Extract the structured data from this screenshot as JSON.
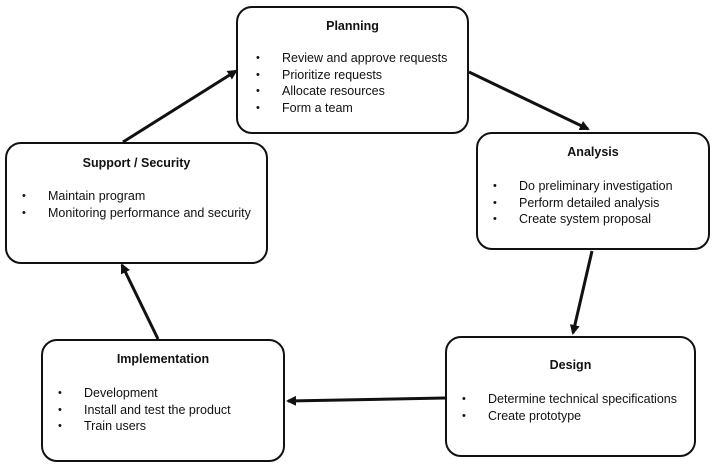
{
  "diagram": {
    "type": "cycle",
    "nodes": {
      "planning": {
        "title": "Planning",
        "items": [
          "Review and approve requests",
          "Prioritize requests",
          "Allocate resources",
          "Form a team"
        ]
      },
      "analysis": {
        "title": "Analysis",
        "items": [
          "Do preliminary investigation",
          "Perform detailed analysis",
          "Create system proposal"
        ]
      },
      "design": {
        "title": "Design",
        "items": [
          "Determine technical specifications",
          "Create prototype"
        ]
      },
      "implementation": {
        "title": "Implementation",
        "items": [
          "Development",
          "Install and test the product",
          "Train users"
        ]
      },
      "support": {
        "title": "Support / Security",
        "items": [
          "Maintain program",
          "Monitoring performance and security"
        ]
      }
    },
    "edges": [
      {
        "from": "planning",
        "to": "analysis"
      },
      {
        "from": "analysis",
        "to": "design"
      },
      {
        "from": "design",
        "to": "implementation"
      },
      {
        "from": "implementation",
        "to": "support"
      },
      {
        "from": "support",
        "to": "planning"
      }
    ],
    "colors": {
      "stroke": "#111111",
      "background": "#ffffff",
      "text": "#111111"
    }
  }
}
